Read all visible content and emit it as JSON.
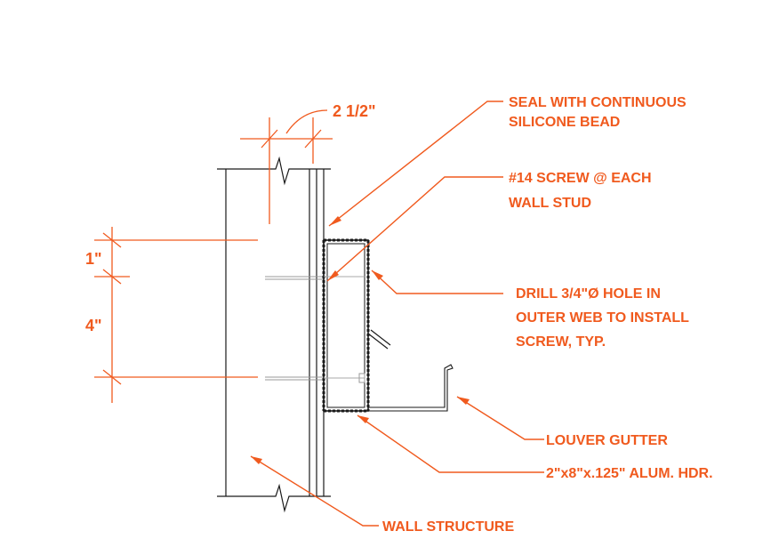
{
  "colors": {
    "annotation": "#f05a1e",
    "linework": "#1a1a1a",
    "background": "#ffffff"
  },
  "dimensions": {
    "seal_width": "2 1/2\"",
    "top_offset": "1\"",
    "screw_spacing": "4\""
  },
  "callouts": {
    "seal_line1": "SEAL WITH CONTINUOUS",
    "seal_line2": "SILICONE BEAD",
    "screw_line1": "#14 SCREW @ EACH",
    "screw_line2": "WALL STUD",
    "drill_line1": "DRILL 3/4\"Ø HOLE IN",
    "drill_line2": "OUTER WEB TO INSTALL",
    "drill_line3": "SCREW, TYP.",
    "gutter": "LOUVER GUTTER",
    "header": "2\"x8\"x.125\" ALUM. HDR.",
    "wall": "WALL STRUCTURE"
  }
}
